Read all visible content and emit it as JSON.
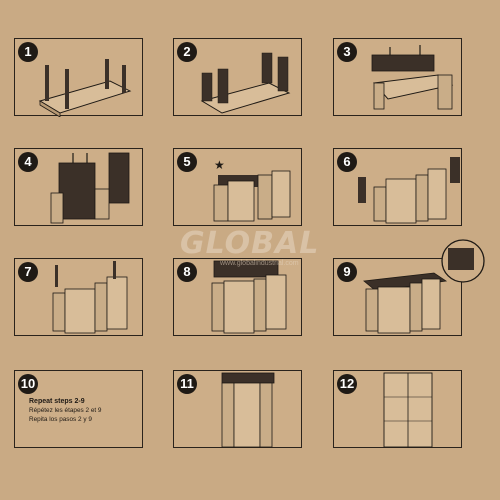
{
  "steps": [
    {
      "number": "1",
      "label": ""
    },
    {
      "number": "2",
      "label": ""
    },
    {
      "number": "3",
      "label": ""
    },
    {
      "number": "4",
      "label": ""
    },
    {
      "number": "5",
      "label": ""
    },
    {
      "number": "6",
      "label": ""
    },
    {
      "number": "7",
      "label": ""
    },
    {
      "number": "8",
      "label": ""
    },
    {
      "number": "9",
      "label": ""
    },
    {
      "number": "10",
      "label": ""
    },
    {
      "number": "11",
      "label": ""
    },
    {
      "number": "12",
      "label": ""
    }
  ],
  "step10": {
    "line1": "Repeat steps 2-9",
    "line2": "Répétez les étapes 2 et 9",
    "line3": "Repita los pasos 2 y 9"
  },
  "watermark": {
    "main": "GLOBAL",
    "sub": "www.globalindustrial.com"
  },
  "colors": {
    "background": "#c9aa84",
    "ink": "#1f1a15",
    "panel_dark": "#3b3028",
    "panel_light": "#d8bd99"
  }
}
